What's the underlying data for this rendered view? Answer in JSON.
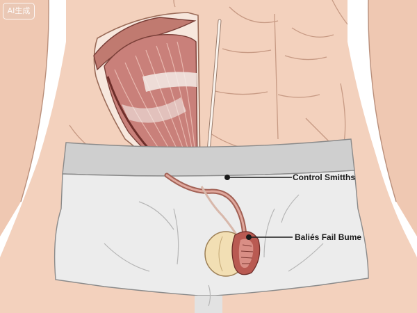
{
  "watermark": "AI生成",
  "callouts": [
    {
      "label": "Control Smitths"
    },
    {
      "label": "Baliés Fail Bume"
    }
  ]
}
